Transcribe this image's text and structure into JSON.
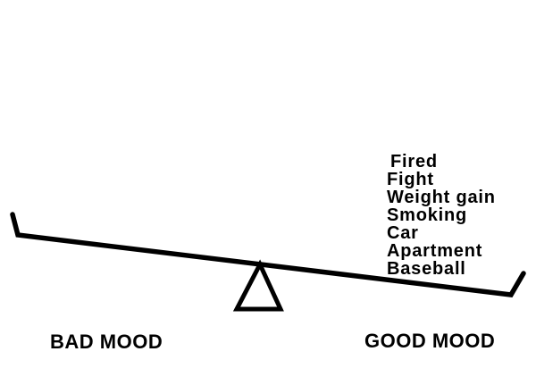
{
  "diagram": {
    "type": "seesaw-balance",
    "description": "Seesaw tilted down on the right (good mood) side under the weight of listed life events",
    "tilt": "right-side-down"
  },
  "colors": {
    "ink": "#000000",
    "background": "#ffffff"
  },
  "good_mood_items": [
    "Fired",
    "Fight",
    "Weight gain",
    "Smoking",
    "Car",
    "Apartment",
    "Baseball"
  ],
  "labels": {
    "bad_mood": "BAD MOOD",
    "good_mood": "GOOD MOOD"
  }
}
